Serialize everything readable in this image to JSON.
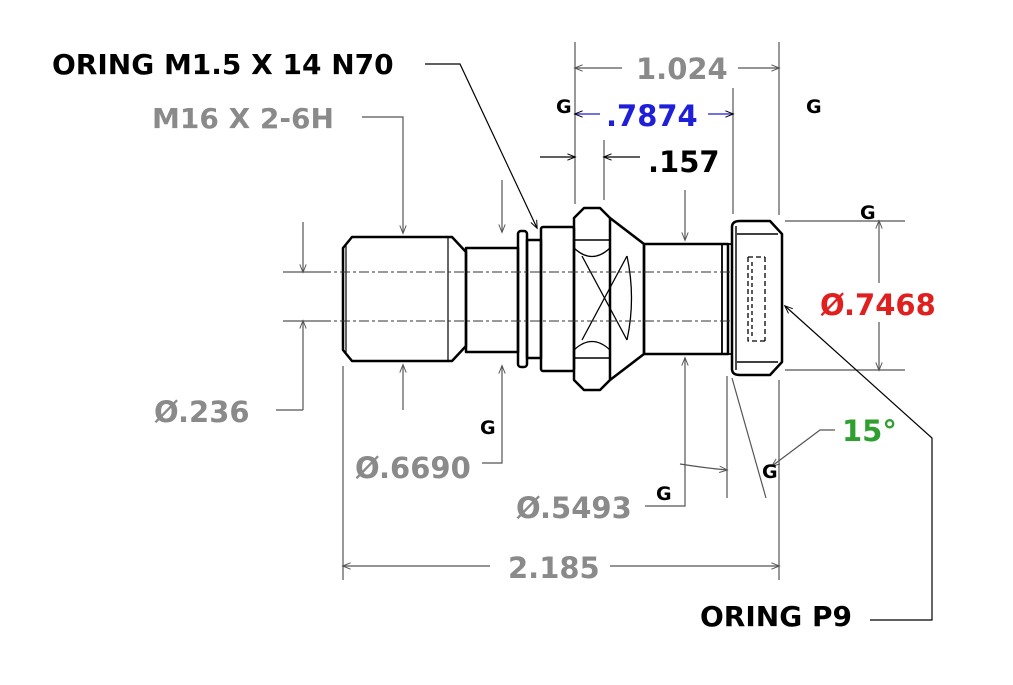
{
  "notes": {
    "oring_top": "ORING M1.5 X 14 N70",
    "oring_bottom": "ORING P9",
    "thread": "M16 X 2-6H"
  },
  "dimensions": {
    "overall_length": "2.185",
    "length_1024": "1.024",
    "length_7874": ".7874",
    "length_157": ".157",
    "dia_7468": "Ø.7468",
    "dia_236": "Ø.236",
    "dia_6690": "Ø.6690",
    "dia_5493": "Ø.5493",
    "angle_15": "15°"
  },
  "datum_symbol": "G",
  "colors": {
    "line": "#000000",
    "dim_gray": "#8a8a8a",
    "blue": "#1f1fd8",
    "red": "#e01f1f",
    "green": "#2fa02f"
  }
}
